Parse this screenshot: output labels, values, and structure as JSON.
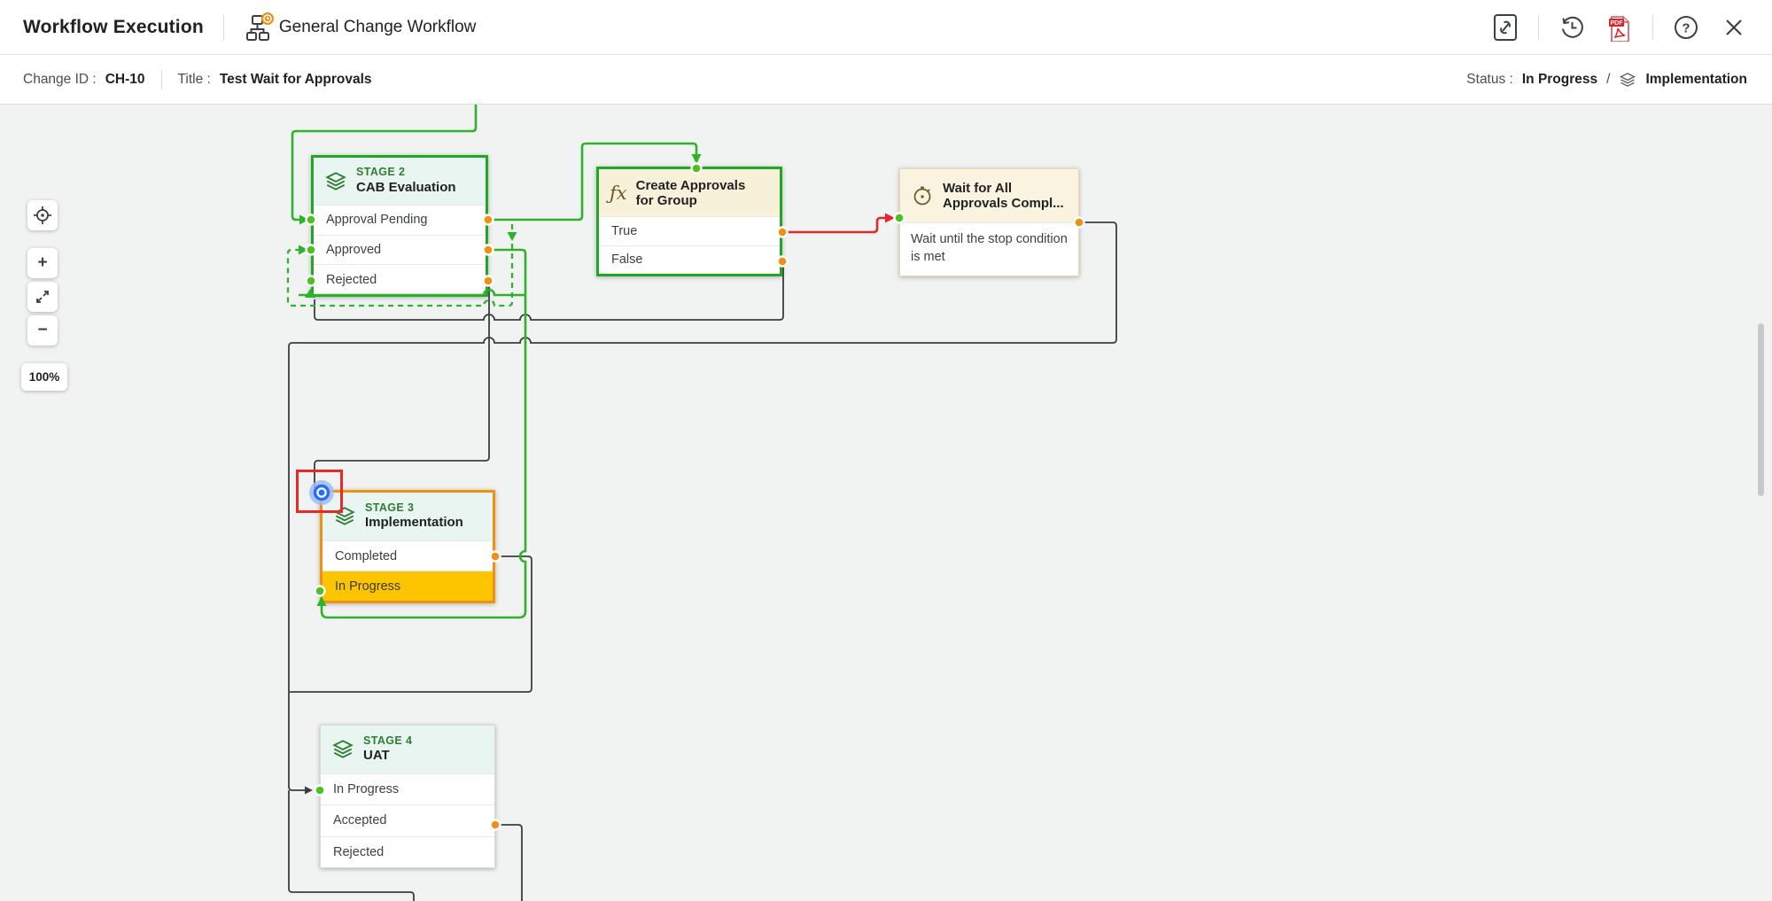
{
  "header": {
    "title": "Workflow Execution",
    "workflow_name": "General Change Workflow",
    "icons": [
      "workflow-icon",
      "link-icon",
      "history-icon",
      "export-pdf-icon",
      "help-icon",
      "close-icon"
    ],
    "help_glyph": "?",
    "pdf_label": "PDF"
  },
  "info": {
    "change_id_label": "Change ID :",
    "change_id": "CH-10",
    "title_label": "Title :",
    "title_value": "Test Wait for Approvals",
    "status_label": "Status :",
    "status_value": "In Progress",
    "status_sep": "/",
    "stage_value": "Implementation"
  },
  "zoom": {
    "zoom_in": "+",
    "zoom_out": "−",
    "level": "100%"
  },
  "nodes": {
    "stage2": {
      "stage_label": "STAGE 2",
      "title": "CAB Evaluation",
      "rows": [
        "Approval Pending",
        "Approved",
        "Rejected"
      ]
    },
    "create_approvals": {
      "icon_glyph": "ƒx",
      "title": "Create Approvals for Group",
      "rows": [
        "True",
        "False"
      ]
    },
    "wait": {
      "title": "Wait for All Approvals Compl...",
      "description": "Wait until the stop condition is met"
    },
    "stage3": {
      "stage_label": "STAGE 3",
      "title": "Implementation",
      "rows": [
        "Completed",
        "In Progress"
      ],
      "active_row": "In Progress"
    },
    "stage4": {
      "stage_label": "STAGE 4",
      "title": "UAT",
      "rows": [
        "In Progress",
        "Accepted",
        "Rejected"
      ]
    }
  },
  "colors": {
    "edge_green": "#2eb22b",
    "edge_red": "#e8262c",
    "edge_dark": "#3b3e40",
    "dot_green": "#4cc122",
    "dot_orange": "#f28d15",
    "stage_header_teal": "#e9f5f0",
    "function_header_cream": "#f8f1da",
    "active_row_yellow": "#fdc500",
    "stage3_border_orange": "#f29111",
    "node_border_green": "#1fa824",
    "marker_red": "#e62a2a",
    "marker_blue": "#2a6df4"
  }
}
